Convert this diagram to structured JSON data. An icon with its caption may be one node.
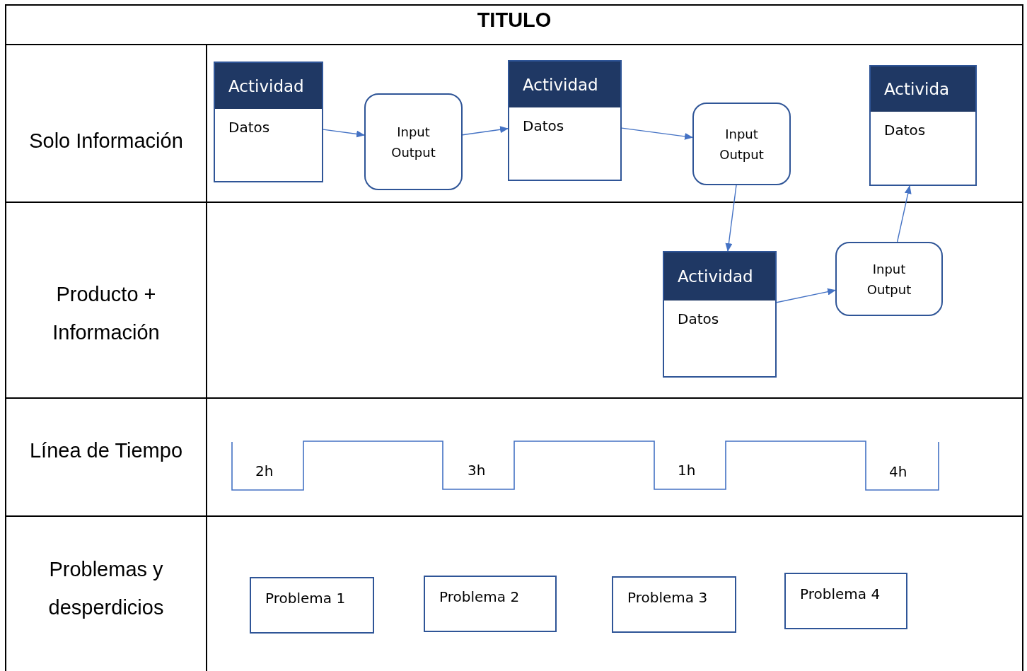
{
  "diagram": {
    "title": "TITULO",
    "nodes": [
      {
        "text": [
          "Actividad",
          "Datos"
        ]
      },
      {
        "text": [
          "Input Output"
        ]
      },
      {
        "text": [
          "Actividad",
          "Datos"
        ]
      },
      {
        "text": [
          "Input Output"
        ]
      },
      {
        "text": [
          "Activida",
          "Datos"
        ]
      },
      {
        "text": [
          "Actividad",
          "Datos"
        ]
      },
      {
        "text": [
          "Input Output"
        ]
      },
      {
        "text": [
          "Problema 1"
        ]
      },
      {
        "text": [
          "Problema 2"
        ]
      },
      {
        "text": [
          "Problema 3"
        ]
      },
      {
        "text": [
          "Problema 4"
        ]
      }
    ],
    "edges": [
      {
        "from": 0,
        "to": 1,
        "arrow": "to"
      },
      {
        "from": 1,
        "to": 2,
        "arrow": "to"
      },
      {
        "from": 2,
        "to": 3,
        "arrow": "to"
      },
      {
        "from": 3,
        "to": 5,
        "arrow": "to"
      },
      {
        "from": 5,
        "to": 6,
        "arrow": "to"
      },
      {
        "from": 6,
        "to": 4,
        "arrow": "to"
      }
    ],
    "labels": [
      "Solo Información",
      "Producto + Información",
      "Línea de Tiempo",
      "2h",
      "3h",
      "1h",
      "4h",
      "Problemas y desperdicios"
    ]
  }
}
